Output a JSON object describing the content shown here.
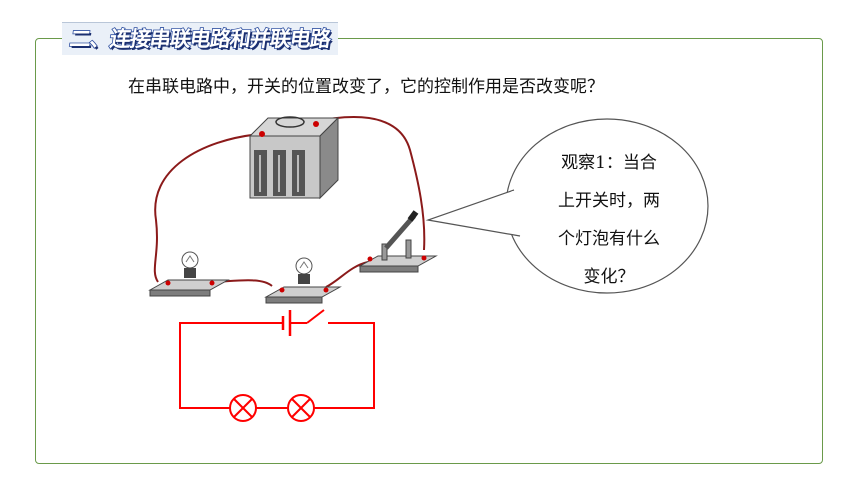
{
  "slide": {
    "section_title": "二、连接串联电路和并联电路",
    "question": "在串联电路中，开关的位置改变了，它的控制作用是否改变呢？",
    "callout": {
      "lines": [
        "观察1：当合",
        "上开关时，两",
        "个灯泡有什么",
        "变化？"
      ]
    }
  },
  "colors": {
    "frame_border": "#6a9a4a",
    "wire": "#8b1a1a",
    "schematic": "#ff0000",
    "title_fill": "#ffffff",
    "title_outline": "#2e4fa0"
  }
}
